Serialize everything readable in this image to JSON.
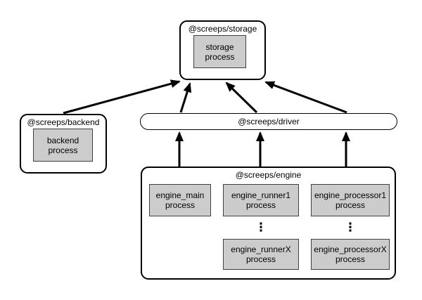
{
  "diagram": {
    "nodes": {
      "storage": {
        "label": "@screeps/storage",
        "process": "storage process"
      },
      "backend": {
        "label": "@screeps/backend",
        "process": "backend process"
      },
      "driver": {
        "label": "@screeps/driver"
      },
      "engine": {
        "label": "@screeps/engine",
        "processes": {
          "main": "engine_main process",
          "runner1": "engine_runner1 process",
          "runnerX": "engine_runnerX process",
          "processor1": "engine_processor1 process",
          "processorX": "engine_processorX process"
        },
        "ellipsis": "⋮"
      }
    },
    "edges": [
      {
        "from": "backend",
        "to": "storage"
      },
      {
        "from": "driver",
        "to": "storage"
      },
      {
        "from": "driver",
        "to": "storage"
      },
      {
        "from": "driver",
        "to": "storage"
      },
      {
        "from": "engine",
        "to": "driver"
      },
      {
        "from": "engine",
        "to": "driver"
      },
      {
        "from": "engine",
        "to": "driver"
      }
    ],
    "colors": {
      "background": "#ffffff",
      "container_fill": "#ffffff",
      "container_stroke": "#000000",
      "process_fill": "#cccccc",
      "process_stroke": "#404040",
      "arrow": "#000000",
      "text": "#000000"
    }
  }
}
